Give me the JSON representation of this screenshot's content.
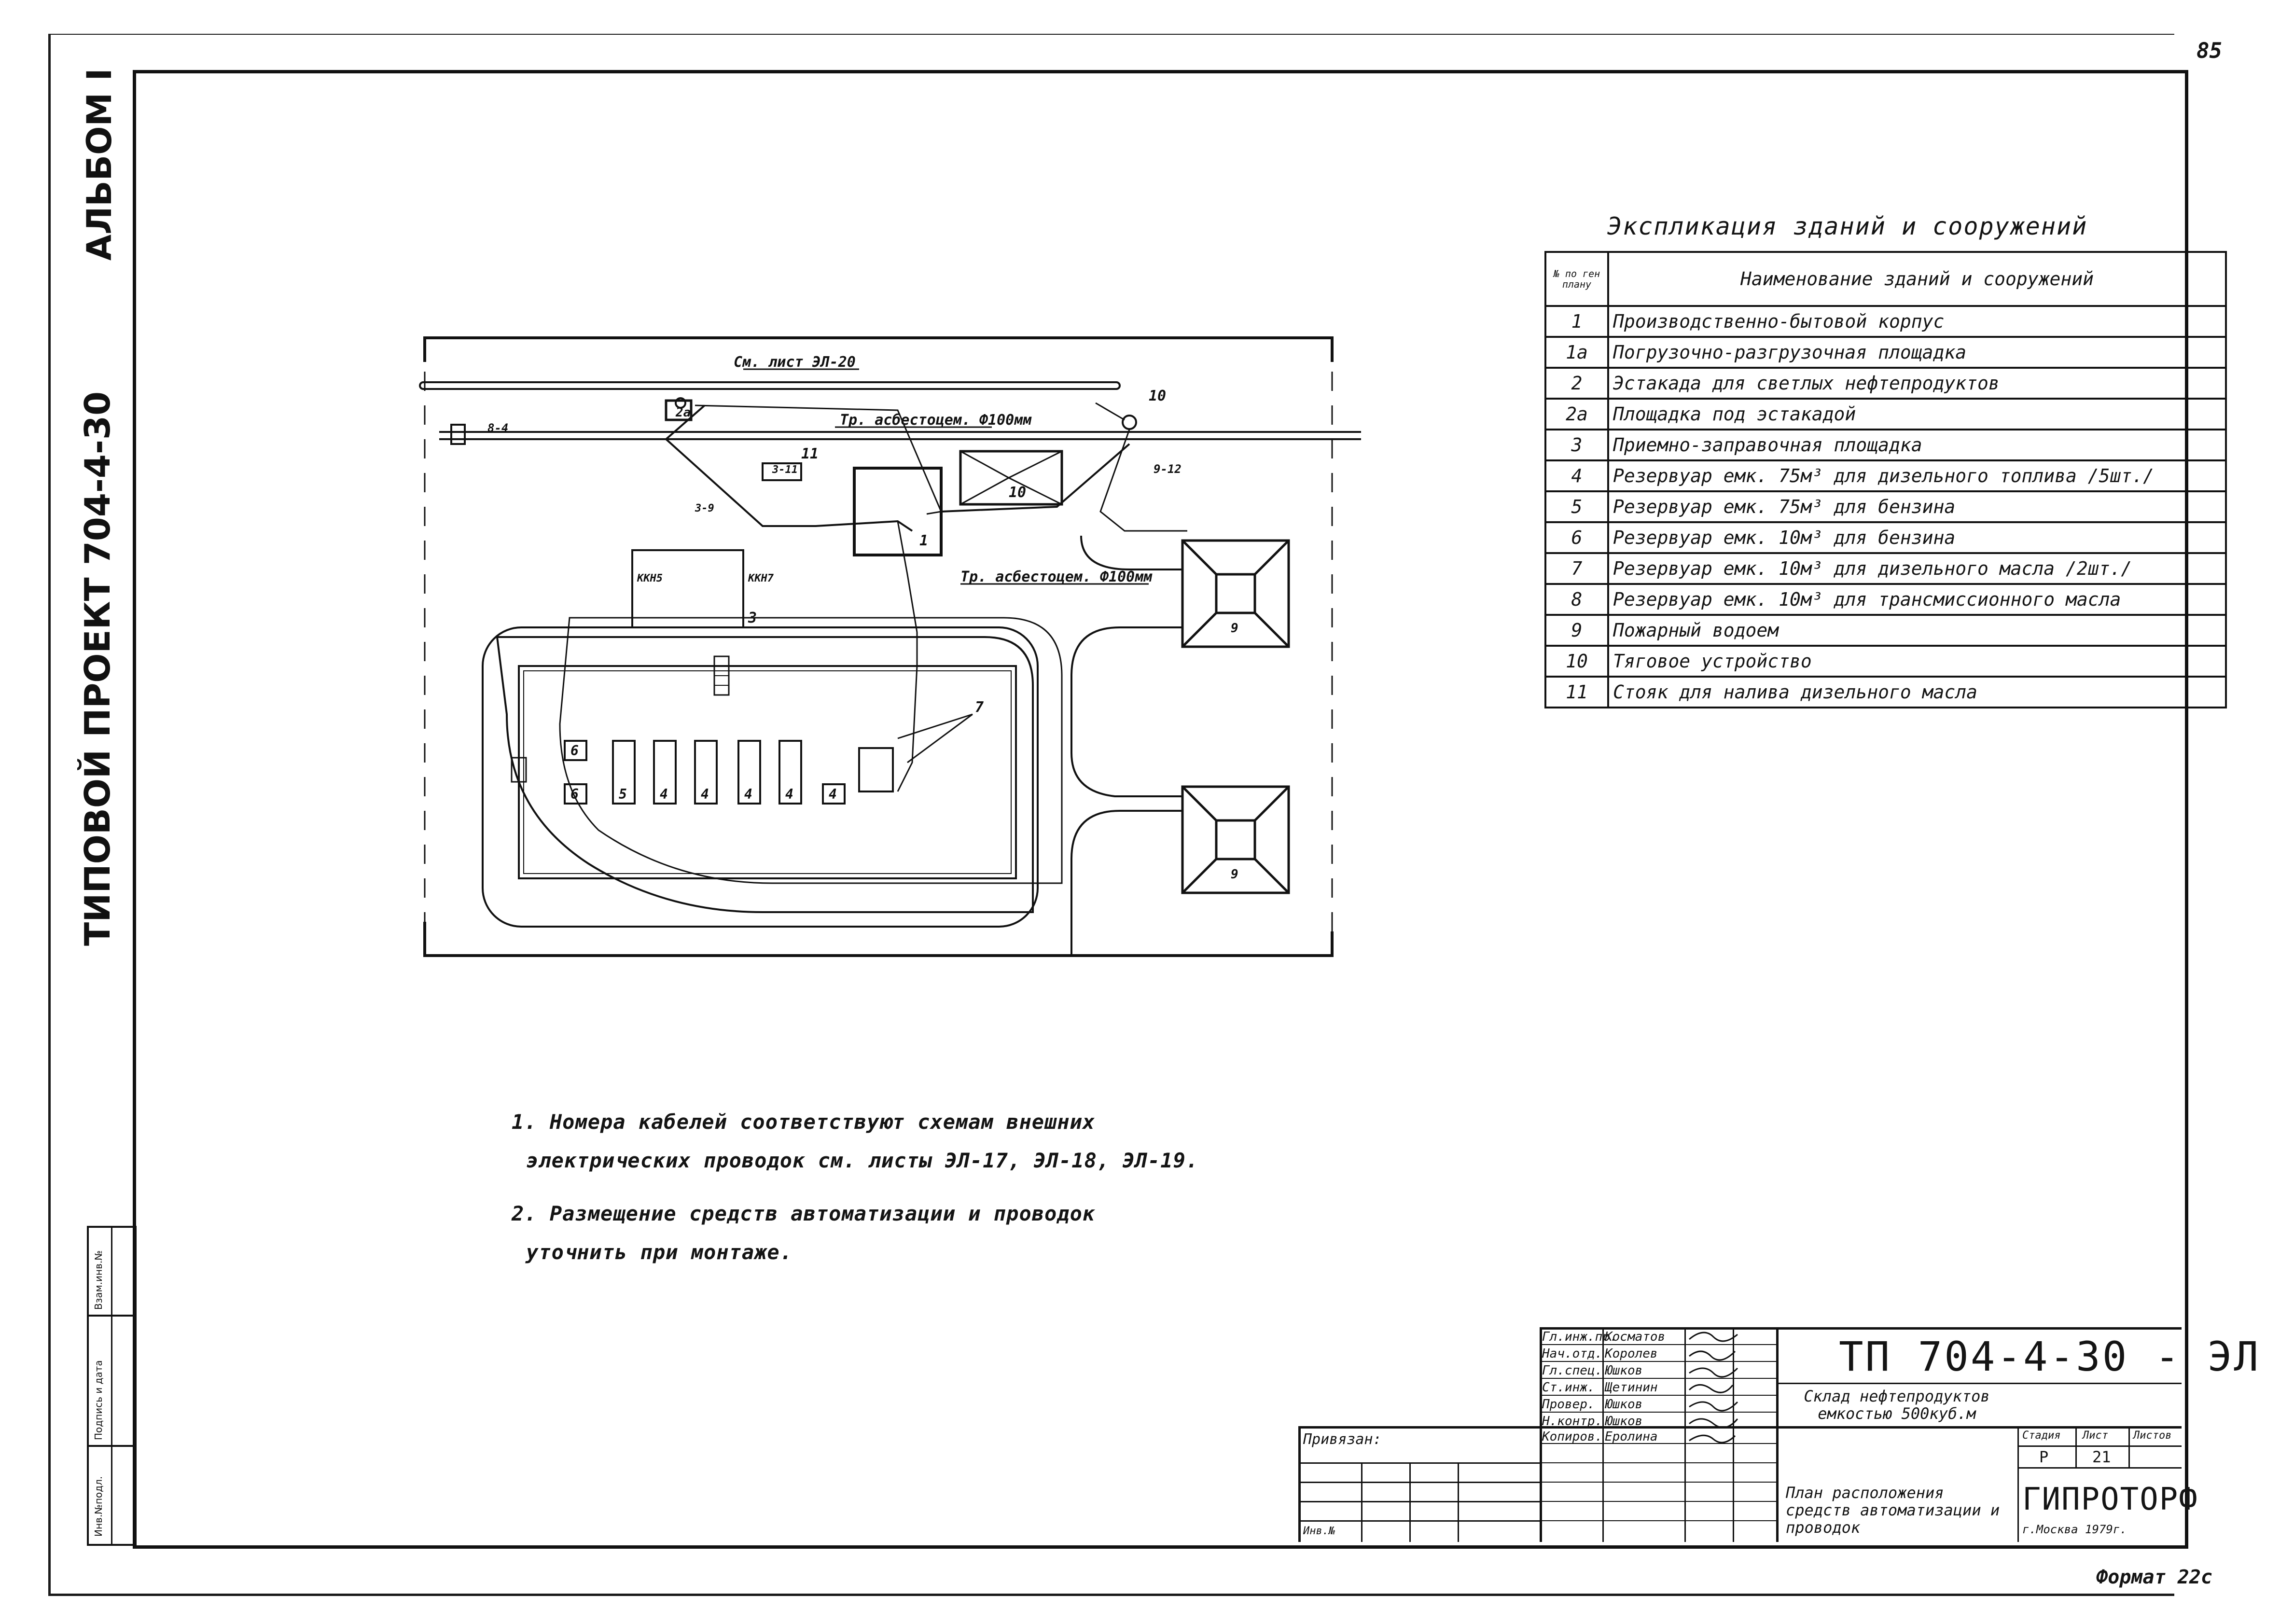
{
  "sheet_number": "85",
  "format_label": "Формат 22с",
  "side_labels": {
    "album": "АЛЬБОМ I",
    "project": "ТИПОВОЙ ПРОЕКТ 704-4-30",
    "stamp_columns": [
      "Инв.№подл.",
      "Подпись и дата",
      "Взам.инв.№"
    ]
  },
  "legend": {
    "title": "Экспликация зданий и сооружений",
    "header_num": "№ по ген плану",
    "header_name": "Наименование зданий и сооружений",
    "rows": [
      {
        "num": "1",
        "name": "Производственно-бытовой корпус"
      },
      {
        "num": "1а",
        "name": "Погрузочно-разгрузочная площадка"
      },
      {
        "num": "2",
        "name": "Эстакада для светлых нефтепродуктов"
      },
      {
        "num": "2а",
        "name": "Площадка под эстакадой"
      },
      {
        "num": "3",
        "name": "Приемно-заправочная площадка"
      },
      {
        "num": "4",
        "name": "Резервуар емк. 75м³ для дизельного топлива /5шт./"
      },
      {
        "num": "5",
        "name": "Резервуар емк. 75м³ для бензина"
      },
      {
        "num": "6",
        "name": "Резервуар емк. 10м³ для бензина"
      },
      {
        "num": "7",
        "name": "Резервуар емк. 10м³ для дизельного масла /2шт./"
      },
      {
        "num": "8",
        "name": "Резервуар емк. 10м³ для трансмиссионного масла"
      },
      {
        "num": "9",
        "name": "Пожарный водоем"
      },
      {
        "num": "10",
        "name": "Тяговое устройство"
      },
      {
        "num": "11",
        "name": "Стояк для налива дизельного масла"
      }
    ]
  },
  "notes": [
    "1. Номера кабелей соответствуют схемам внешних",
    "электрических проводок см. листы ЭЛ-17, ЭЛ-18, ЭЛ-19.",
    "2. Размещение средств автоматизации и проводок",
    "уточнить при монтаже."
  ],
  "plan_labels": {
    "ref_sheet": "См. лист ЭЛ-20",
    "pipe_1": "Тр. асбестоцем. Ф100мм",
    "pipe_2": "Тр. асбестоцем. Ф100мм",
    "building_1": "1",
    "building_10": "10",
    "building_11": "11",
    "building_2a": "2а",
    "building_3": "3",
    "pond_9": "9",
    "callout_10": "10",
    "callout_7": "7",
    "tank_4": "4",
    "tank_5": "5",
    "tank_6": "6",
    "cable_8_4": "8-4",
    "cable_9_12": "9-12",
    "cable_3_11": "3-11",
    "cable_3_9": "3-9",
    "cable_kkn5": "ККН5",
    "cable_kkn7": "ККН7"
  },
  "title_block": {
    "code": "ТП 704-4-30 - ЭЛ",
    "object": "Склад нефтепродуктов емкостью 500куб.м",
    "sheet_title": "План расположения средств автоматизации и проводок",
    "org": "ГИПРОТОРФ",
    "city_year": "г.Москва 1979г.",
    "stage_header": "Стадия",
    "sheet_header": "Лист",
    "sheets_header": "Листов",
    "stage": "Р",
    "sheet": "21",
    "privyazan": "Привязан:",
    "inv": "Инв.№",
    "roles": [
      {
        "role": "Гл.инж.пр.",
        "name": "Косматов"
      },
      {
        "role": "Нач.отд.",
        "name": "Королев"
      },
      {
        "role": "Гл.спец.",
        "name": "Юшков"
      },
      {
        "role": "Ст.инж.",
        "name": "Щетинин"
      },
      {
        "role": "Провер.",
        "name": "Юшков"
      },
      {
        "role": "Н.контр.",
        "name": "Юшков"
      },
      {
        "role": "Копиров.",
        "name": "Еролина"
      }
    ]
  }
}
